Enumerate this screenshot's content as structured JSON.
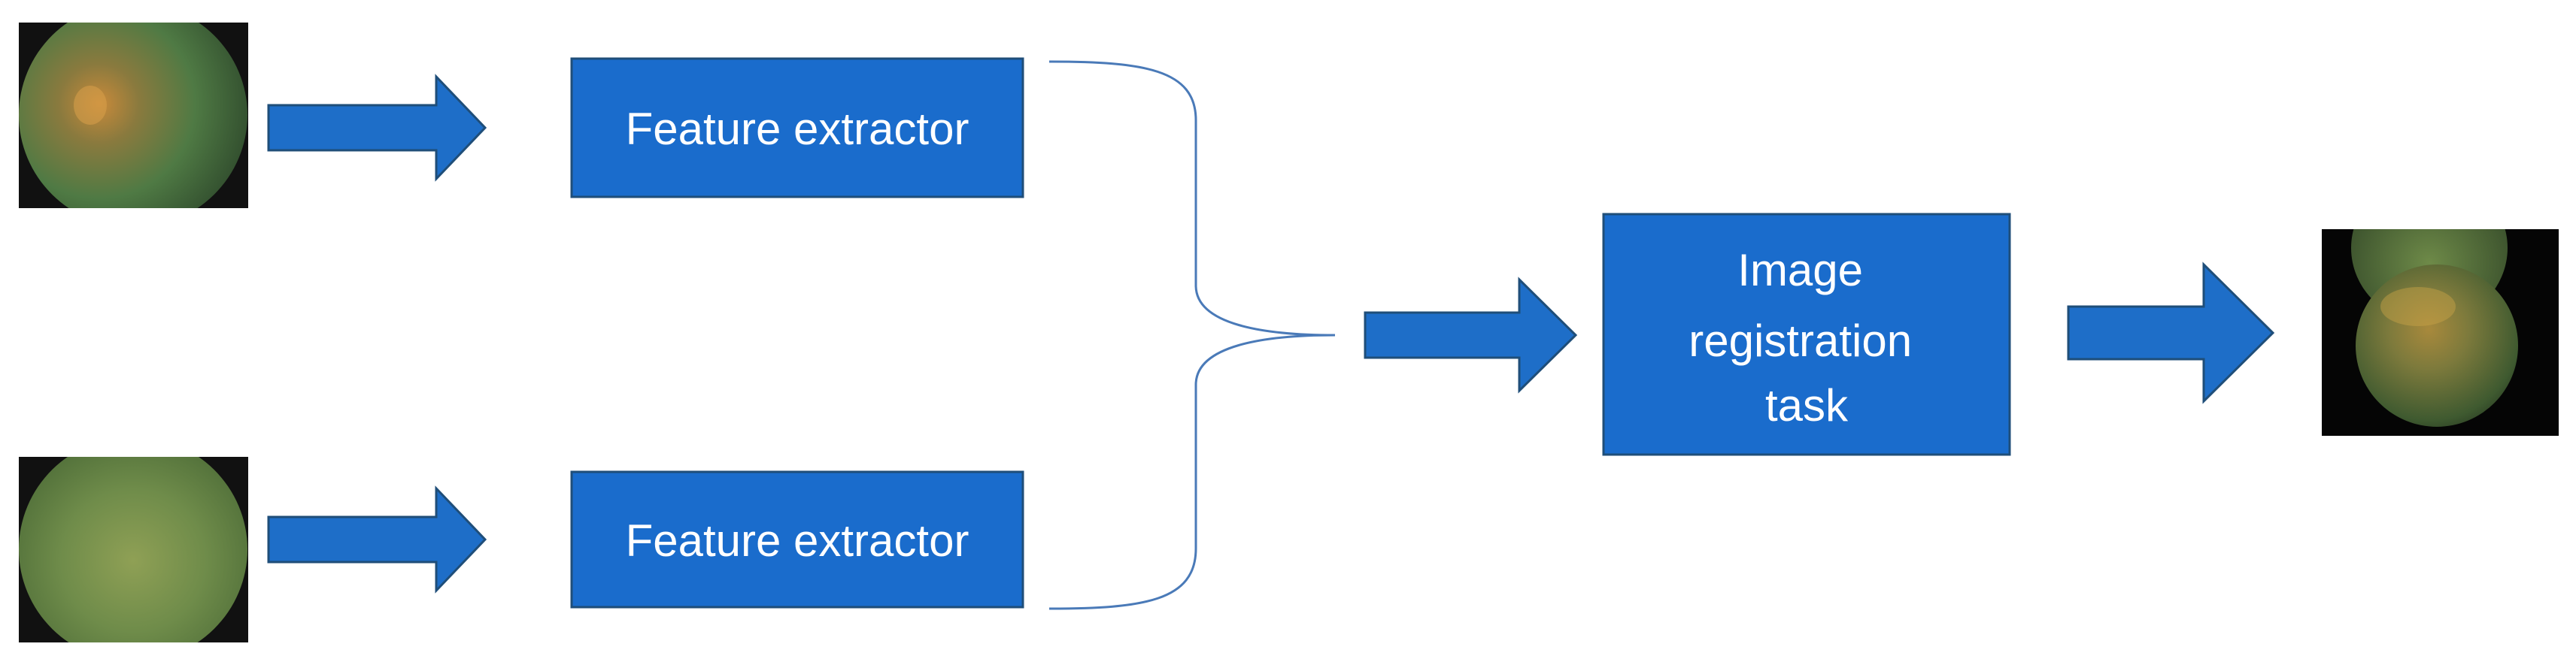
{
  "boxes": {
    "feature_extractor_top": "Feature extractor",
    "feature_extractor_bottom": "Feature extractor",
    "registration": [
      "Image",
      "registration",
      "task"
    ]
  },
  "images": {
    "input_top": "fundus image (input 1)",
    "input_bottom": "fundus image (input 2)",
    "output": "registered composite fundus image"
  },
  "colors": {
    "box_fill": "#1a6ccc",
    "box_border": "#1f4e79",
    "arrow_fill": "#1e6ec8",
    "arrow_border": "#1f4e79",
    "brace": "#4a7ab8",
    "background": "#ffffff"
  }
}
